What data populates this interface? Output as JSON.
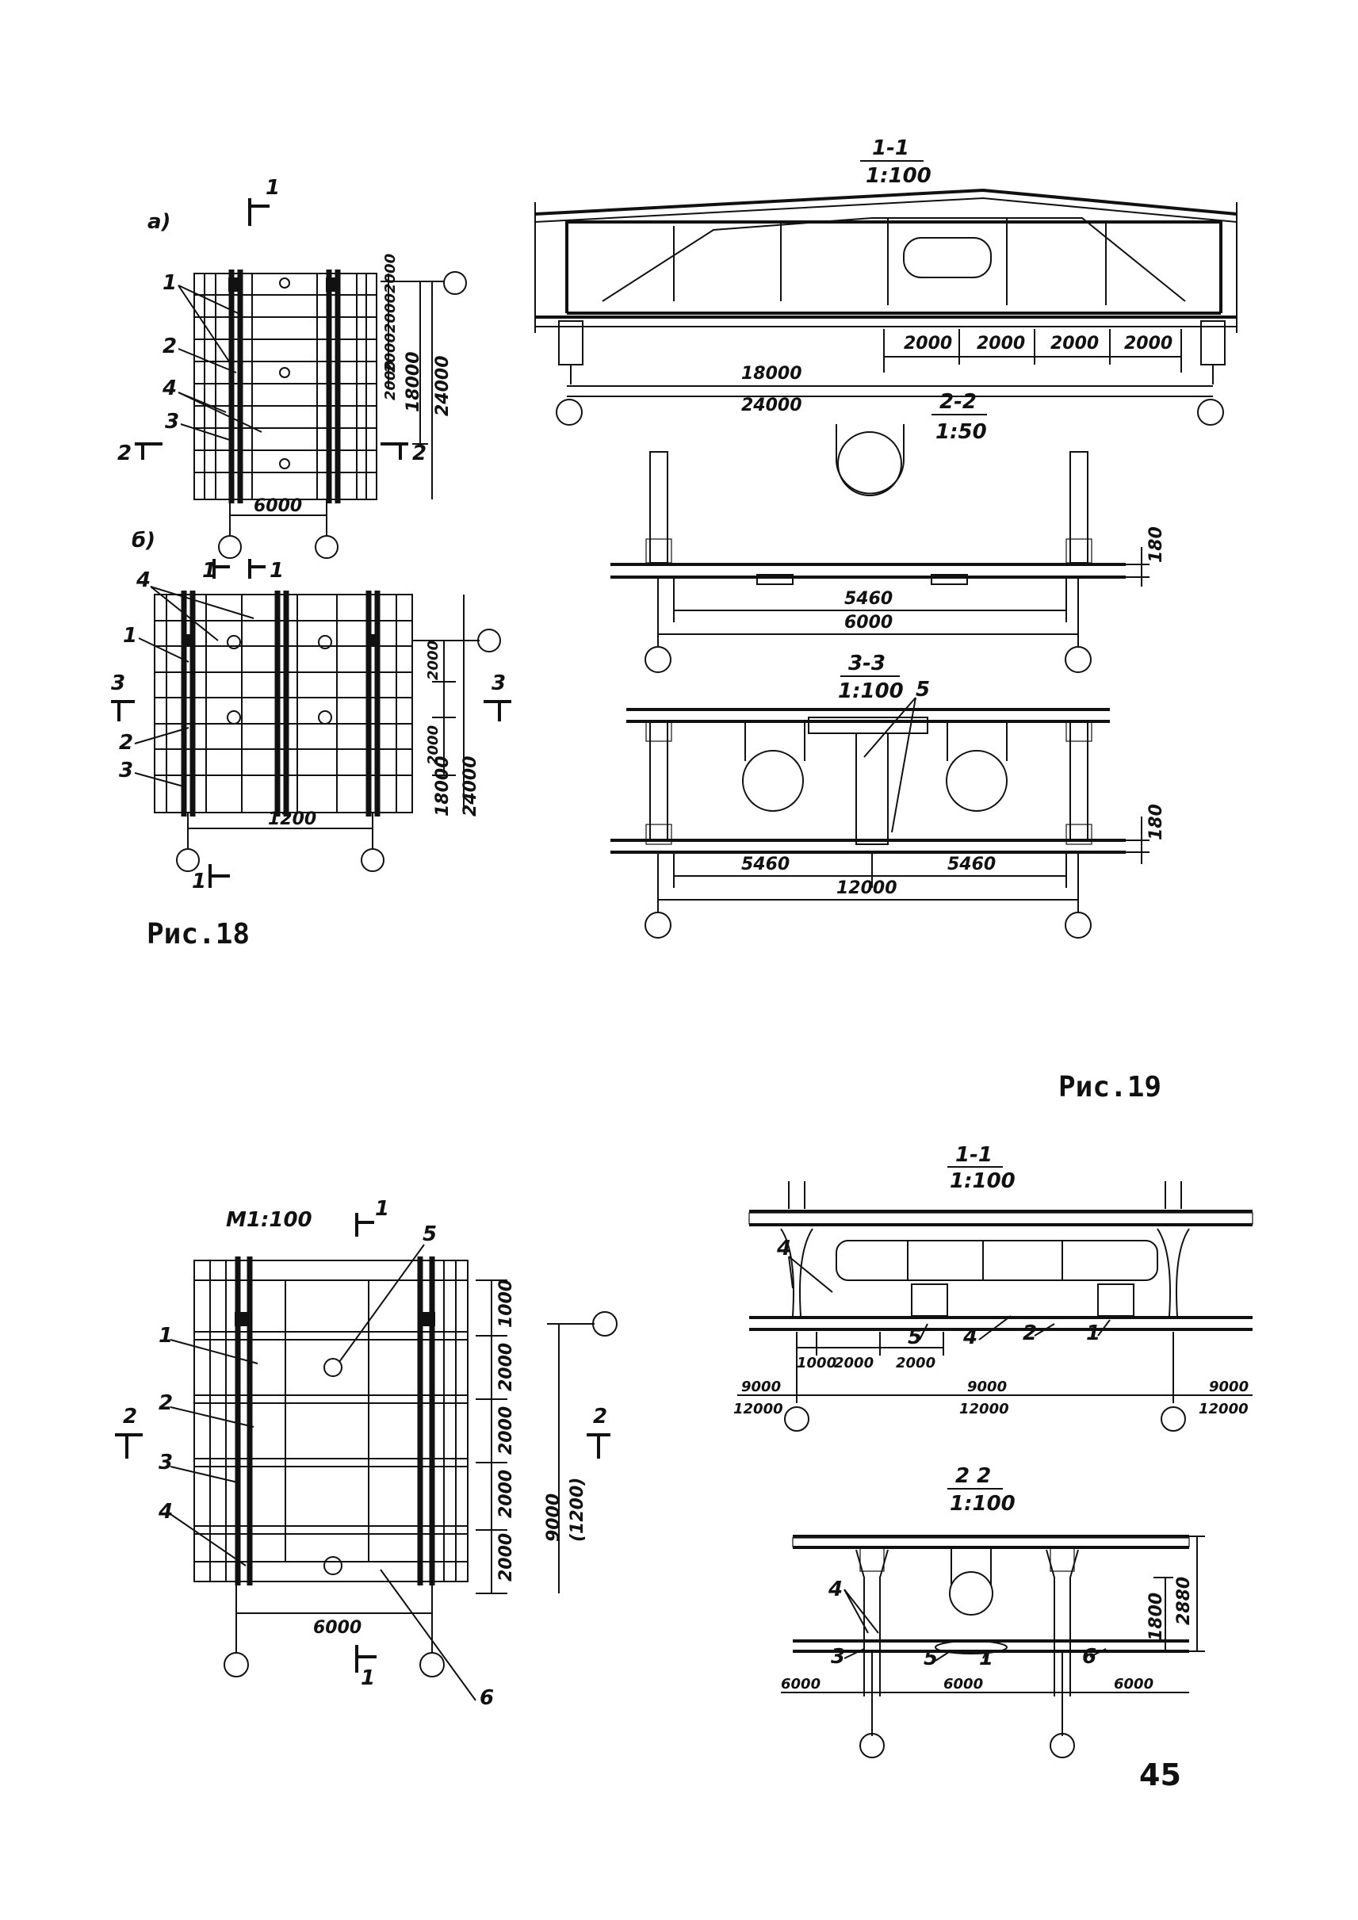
{
  "figures": {
    "fig18": {
      "caption": "Рис.18",
      "plan_a": {
        "label": "а)",
        "section_marks": [
          "1",
          "2",
          "2"
        ],
        "items": [
          "1",
          "2",
          "4",
          "3"
        ],
        "dims": {
          "bottom": "6000",
          "right_inner": "18000",
          "right_outer": "24000",
          "bays": [
            "2000",
            "2000",
            "2000",
            "2000"
          ]
        }
      },
      "plan_b": {
        "label": "б)",
        "section_marks": [
          "1",
          "1",
          "3",
          "3",
          "1"
        ],
        "items": [
          "4",
          "1",
          "2",
          "3"
        ],
        "dims": {
          "bottom": "1200",
          "right_inner": "18000",
          "right_outer": "24000",
          "bay_top": "2000",
          "bay_mid": "2000"
        }
      },
      "section_1_1": {
        "title": "1-1",
        "scale": "1:100",
        "dims": {
          "bays": [
            "2000",
            "2000",
            "2000",
            "2000"
          ],
          "inner": "18000",
          "outer": "24000"
        }
      },
      "section_2_2": {
        "title": "2-2",
        "scale": "1:50",
        "dims": {
          "inner": "5460",
          "outer": "6000",
          "height": "180"
        }
      },
      "section_3_3": {
        "title": "3-3",
        "scale": "1:100",
        "item": "5",
        "dims": {
          "left": "5460",
          "right": "5460",
          "outer": "12000",
          "height": "180"
        }
      }
    },
    "fig19": {
      "caption": "Рис.19",
      "plan": {
        "scale": "М1:100",
        "section_marks": [
          "1",
          "1",
          "2",
          "2"
        ],
        "items": [
          "5",
          "1",
          "2",
          "3",
          "4",
          "6"
        ],
        "dims": {
          "bottom": "6000",
          "right": [
            "1000",
            "2000",
            "2000",
            "2000",
            "2000"
          ],
          "right_total": "9000",
          "right_total_alt": "(1200)"
        }
      },
      "section_1_1": {
        "title": "1-1",
        "scale": "1:100",
        "items": [
          "4",
          "5",
          "4",
          "2",
          "1"
        ],
        "dims": {
          "small": [
            "1000",
            "2000",
            "2000"
          ],
          "left_a": "9000",
          "left_b": "12000",
          "mid_a": "9000",
          "mid_b": "12000",
          "right_a": "9000",
          "right_b": "12000"
        }
      },
      "section_2_2": {
        "title": "2 2",
        "scale": "1:100",
        "items": [
          "4",
          "3",
          "5",
          "1",
          "6"
        ],
        "dims": {
          "left": "6000",
          "mid": "6000",
          "right": "6000",
          "h1": "1800",
          "h2": "2880"
        }
      }
    }
  },
  "page_number": "45"
}
